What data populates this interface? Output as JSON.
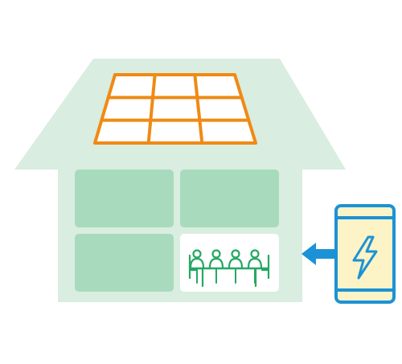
{
  "colors": {
    "background": "#ffffff",
    "house": "#d9ede0",
    "room": "#a8dbbd",
    "room_active": "#ffffff",
    "solar_frame": "#f08a14",
    "solar_fill": "#ffffff",
    "people": "#25a862",
    "battery_frame": "#1c92d6",
    "battery_fill": "#fcf3c6",
    "bolt": "#1c92d6",
    "arrow": "#1c92d6"
  },
  "icons": {
    "solar_panel": "solar-panel-icon",
    "meeting": "meeting-people-icon",
    "battery": "battery-lightning-icon",
    "flow_arrow": "arrow-left-icon"
  },
  "solar_panel": {
    "rows": 3,
    "columns": 3
  },
  "meeting": {
    "people": 4
  }
}
